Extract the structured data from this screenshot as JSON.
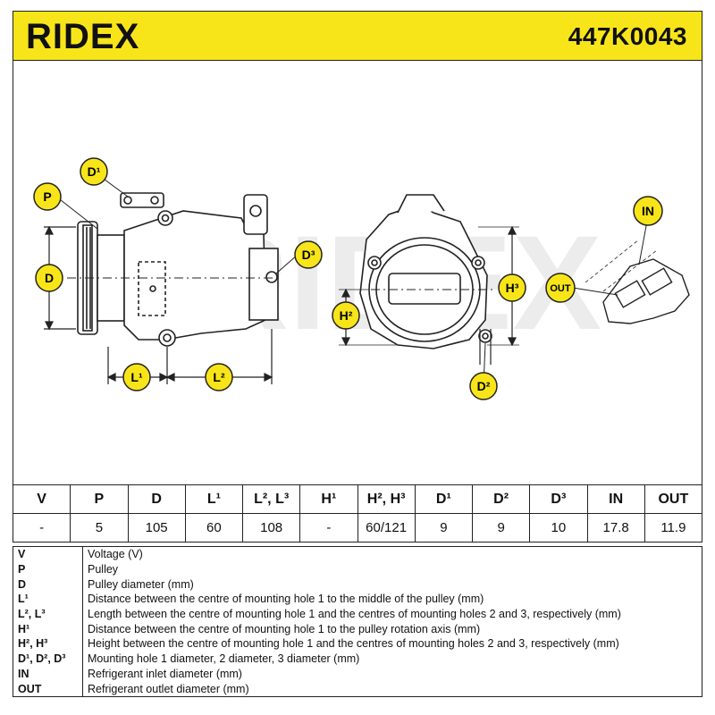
{
  "header": {
    "brand": "RIDEX",
    "part_number": "447K0043"
  },
  "drawing": {
    "watermark": "RIDEX",
    "labels": {
      "P": "P",
      "D": "D",
      "D1": "D¹",
      "D2": "D²",
      "D3": "D³",
      "L1": "L¹",
      "L2": "L²",
      "H2": "H²",
      "H3": "H³",
      "IN": "IN",
      "OUT": "OUT"
    }
  },
  "spec_table": {
    "headers": [
      "V",
      "P",
      "D",
      "L¹",
      "L², L³",
      "H¹",
      "H², H³",
      "D¹",
      "D²",
      "D³",
      "IN",
      "OUT"
    ],
    "values": [
      "-",
      "5",
      "105",
      "60",
      "108",
      "-",
      "60/121",
      "9",
      "9",
      "10",
      "17.8",
      "11.9"
    ]
  },
  "legend": [
    {
      "key": "V",
      "text": "Voltage (V)"
    },
    {
      "key": "P",
      "text": "Pulley"
    },
    {
      "key": "D",
      "text": "Pulley diameter (mm)"
    },
    {
      "key": "L¹",
      "text": "Distance between the centre of mounting hole 1 to the middle of the pulley (mm)"
    },
    {
      "key": "L², L³",
      "text": "Length between the centre of mounting hole 1 and the centres of mounting holes 2 and 3, respectively (mm)"
    },
    {
      "key": "H¹",
      "text": "Distance between the centre of mounting hole 1 to the pulley rotation axis (mm)"
    },
    {
      "key": "H², H³",
      "text": "Height between the centre of mounting hole 1 and the centres of mounting holes 2 and 3, respectively (mm)"
    },
    {
      "key": "D¹, D², D³",
      "text": "Mounting hole 1 diameter, 2 diameter, 3 diameter (mm)"
    },
    {
      "key": "IN",
      "text": "Refrigerant inlet diameter (mm)"
    },
    {
      "key": "OUT",
      "text": "Refrigerant outlet diameter (mm)"
    }
  ],
  "colors": {
    "brand_yellow": "#f7e51a",
    "line": "#222222",
    "watermark": "#e6e6e6"
  }
}
